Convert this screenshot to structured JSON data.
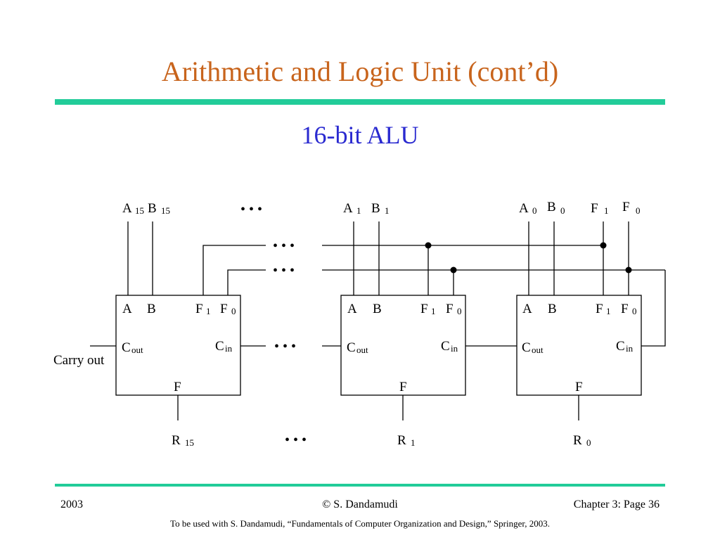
{
  "slide": {
    "title": "Arithmetic and Logic Unit (cont’d)",
    "subtitle": "16-bit ALU",
    "colors": {
      "title": "#c8641c",
      "subtitle": "#2a2ad0",
      "rule": "#22cc99"
    }
  },
  "diagram": {
    "top_labels": [
      "A",
      "15",
      "B",
      "15",
      "A",
      "1",
      "B",
      "1",
      "A",
      "0",
      "B",
      "0",
      "F",
      "1",
      "F",
      "0"
    ],
    "blocks": [
      {
        "a": "A",
        "b": "B",
        "f1": "F",
        "f1_sub": "1",
        "f0": "F",
        "f0_sub": "0",
        "cout": "C",
        "cout_sub": "out",
        "cin": "C",
        "cin_sub": "in",
        "f": "F",
        "result": "R",
        "result_sub": "15"
      },
      {
        "a": "A",
        "b": "B",
        "f1": "F",
        "f1_sub": "1",
        "f0": "F",
        "f0_sub": "0",
        "cout": "C",
        "cout_sub": "out",
        "cin": "C",
        "cin_sub": "in",
        "f": "F",
        "result": "R",
        "result_sub": "1"
      },
      {
        "a": "A",
        "b": "B",
        "f1": "F",
        "f1_sub": "1",
        "f0": "F",
        "f0_sub": "0",
        "cout": "C",
        "cout_sub": "out",
        "cin": "C",
        "cin_sub": "in",
        "f": "F",
        "result": "R",
        "result_sub": "0"
      }
    ],
    "carry_out_label": "Carry out",
    "ellipsis": "• • •"
  },
  "footer": {
    "year": "2003",
    "author": "© S. Dandamudi",
    "page": "Chapter 3: Page 36",
    "note": "To be used with S. Dandamudi, “Fundamentals of Computer Organization and Design,” Springer, 2003."
  }
}
